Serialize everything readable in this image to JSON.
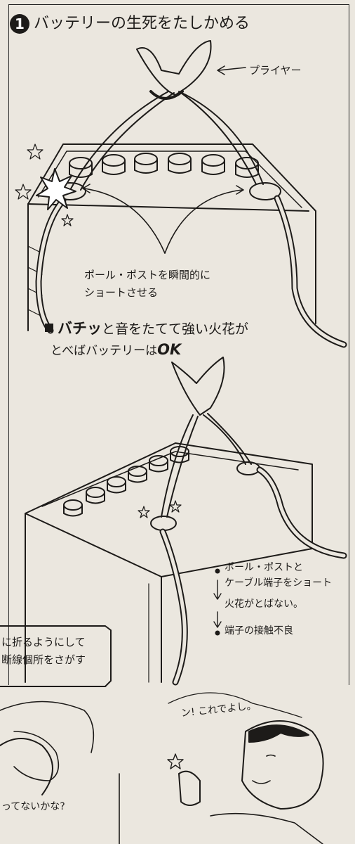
{
  "heading": {
    "number": "1",
    "title": "バッテリーの生死をたしかめる"
  },
  "labels": {
    "pliers": "プライヤー",
    "instruction_line1": "ポール・ポストを瞬間的に",
    "instruction_line2": "ショートさせる"
  },
  "result": {
    "line1_bold": "バチッ",
    "line1_rest": "と音をたてて強い火花が",
    "line2_pre": "とべばバッテリーは",
    "line2_ok": "OK"
  },
  "flow": {
    "step1_line1": "ポール・ポストと",
    "step1_line2": "ケーブル端子をショート",
    "step2": "火花がとばない。",
    "step3": "端子の接触不良"
  },
  "next_panel": {
    "bubble_line1": "に折るようにして",
    "bubble_line2": "断線個所をさがす",
    "bubble_bottom": "ってないかな?",
    "speech": "ン! これでよし。"
  }
}
